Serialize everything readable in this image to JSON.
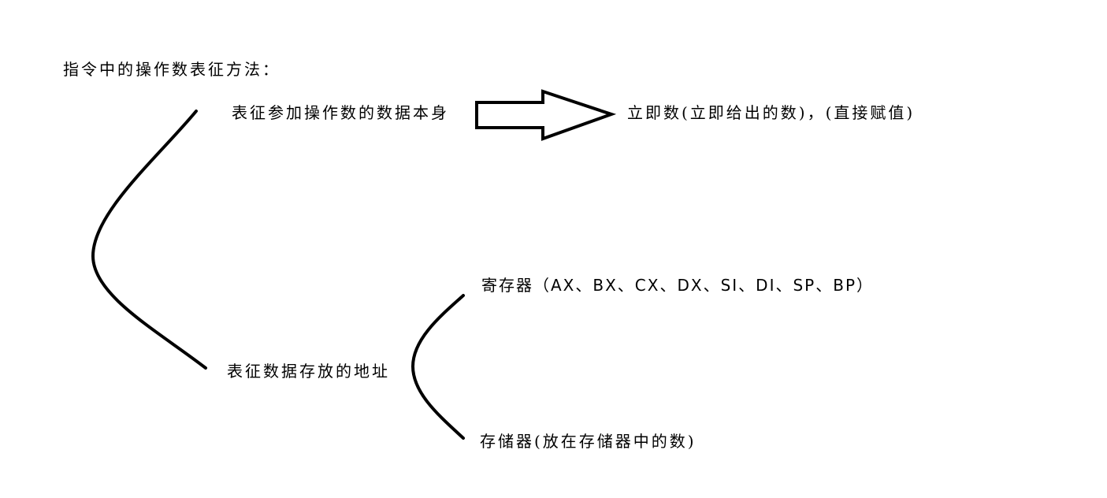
{
  "title": "指令中的操作数表征方法：",
  "nodes": {
    "value_itself": "表征参加操作数的数据本身",
    "immediate": "立即数(立即给出的数)，(直接赋值)",
    "address": "表征数据存放的地址",
    "register": "寄存器（AX、BX、CX、DX、SI、DI、SP、BP）",
    "memory": "存储器(放在存储器中的数)"
  },
  "colors": {
    "ink": "#000000",
    "background": "#ffffff"
  }
}
